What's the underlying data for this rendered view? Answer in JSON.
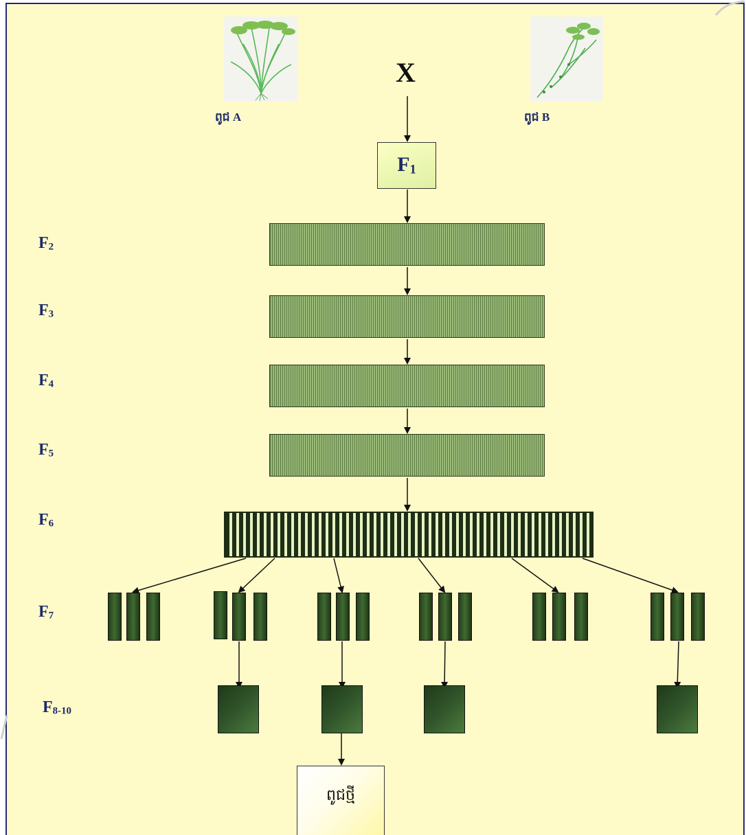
{
  "parents": {
    "a_label": "ពូជ  A",
    "b_label": "ពូជ B"
  },
  "cross_symbol": "X",
  "generations": [
    {
      "id": "F1",
      "base": "F",
      "sub": "1"
    },
    {
      "id": "F2",
      "base": "F",
      "sub": "2"
    },
    {
      "id": "F3",
      "base": "F",
      "sub": "3"
    },
    {
      "id": "F4",
      "base": "F",
      "sub": "4"
    },
    {
      "id": "F5",
      "base": "F",
      "sub": "5"
    },
    {
      "id": "F6",
      "base": "F",
      "sub": "6"
    },
    {
      "id": "F7",
      "base": "F",
      "sub": "7"
    },
    {
      "id": "F8-10",
      "base": "F",
      "sub": "8-10"
    }
  ],
  "result_label": "ពូជថ្មី",
  "colors": {
    "background": "#fffbc8",
    "frame_border": "#1f2a7a",
    "label_text": "#1b2a6b",
    "band_fill": "#9bbb79",
    "block_dark_green": "#2d4d25",
    "f1_box_fill": "#f0f8b8",
    "arrow": "#111111"
  }
}
